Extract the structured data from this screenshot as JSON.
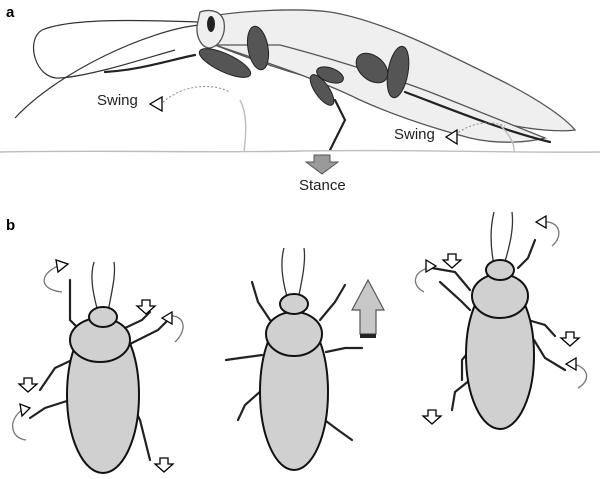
{
  "panels": {
    "a": {
      "label": "a",
      "swing_left": "Swing",
      "swing_right": "Swing",
      "stance": "Stance"
    },
    "b": {
      "label": "b"
    }
  },
  "colors": {
    "body_fill": "#d0d0d0",
    "dark_segment": "#555555",
    "ground": "#bdbdbd",
    "up_arrow": "#c8c8c8"
  },
  "icons": [
    "swing-arrow-icon",
    "down-arrow-icon",
    "up-arrow-icon"
  ]
}
